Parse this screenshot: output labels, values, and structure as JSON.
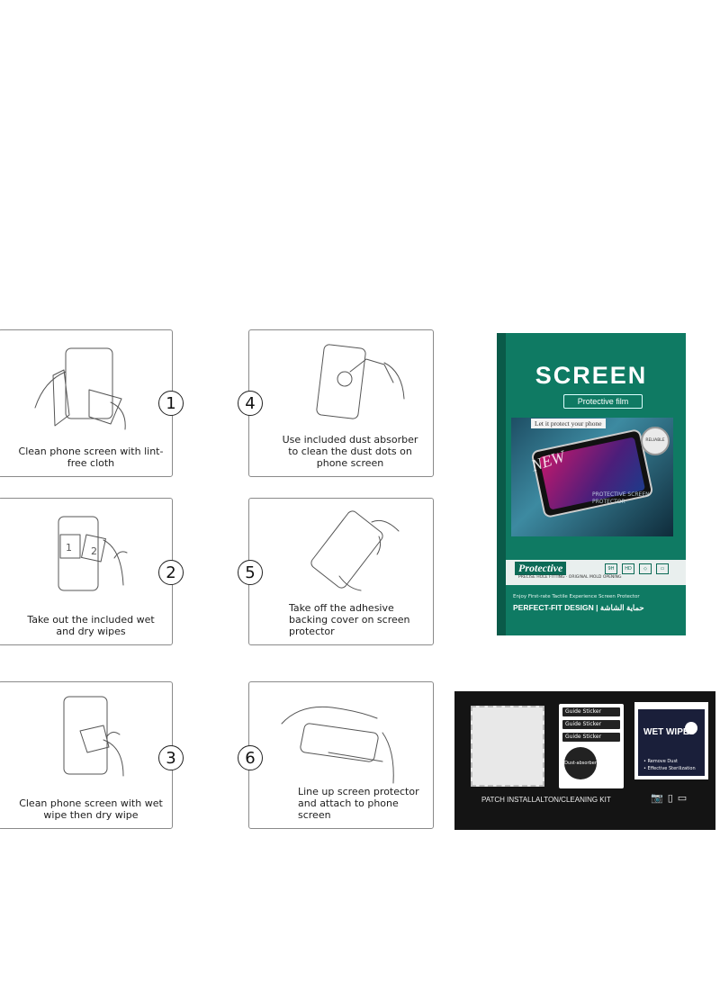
{
  "steps": [
    {
      "num": "1",
      "caption": "Clean phone screen with lint-free cloth"
    },
    {
      "num": "2",
      "caption": "Take out the included wet and dry wipes"
    },
    {
      "num": "3",
      "caption": "Clean phone screen with wet wipe then dry wipe"
    },
    {
      "num": "4",
      "caption": "Use included dust absorber to clean the dust dots on phone screen"
    },
    {
      "num": "5",
      "caption": "Take off the adhesive backing cover on screen protector"
    },
    {
      "num": "6",
      "caption": "Line up screen protector and attach to phone screen"
    }
  ],
  "box": {
    "title": "SCREEN",
    "subtitle": "Protective film",
    "tagline": "Let it protect your phone",
    "new_text": "NEW",
    "seal_text": "RELIABLE",
    "photo_watermark": "PROTECTIVE SCREEN PROTECTOR",
    "band_title": "Protective",
    "band_small": "PRECISE HOLE FITTING · ORIGINAL MOLD OPENING",
    "band_icons": [
      "9H",
      "HD",
      "◇",
      "▭"
    ],
    "footer_small": "Enjoy First-rate Tactile Experience Screen Protector",
    "footer_main": "PERFECT-FIT DESIGN | حماية الشاشة",
    "accent_color": "#0f7a63"
  },
  "kit": {
    "guide_stickers": [
      "Guide Sticker",
      "Guide Sticker",
      "Guide Sticker"
    ],
    "absorber_label": "Dust-absorber",
    "wipes_title": "WET WIPES",
    "wipes_features": [
      "• Remove Dust",
      "• Effective Sterilization"
    ],
    "label": "PATCH INSTALLALTON/CLEANING KIT",
    "device_icons": "📷▯▭"
  }
}
